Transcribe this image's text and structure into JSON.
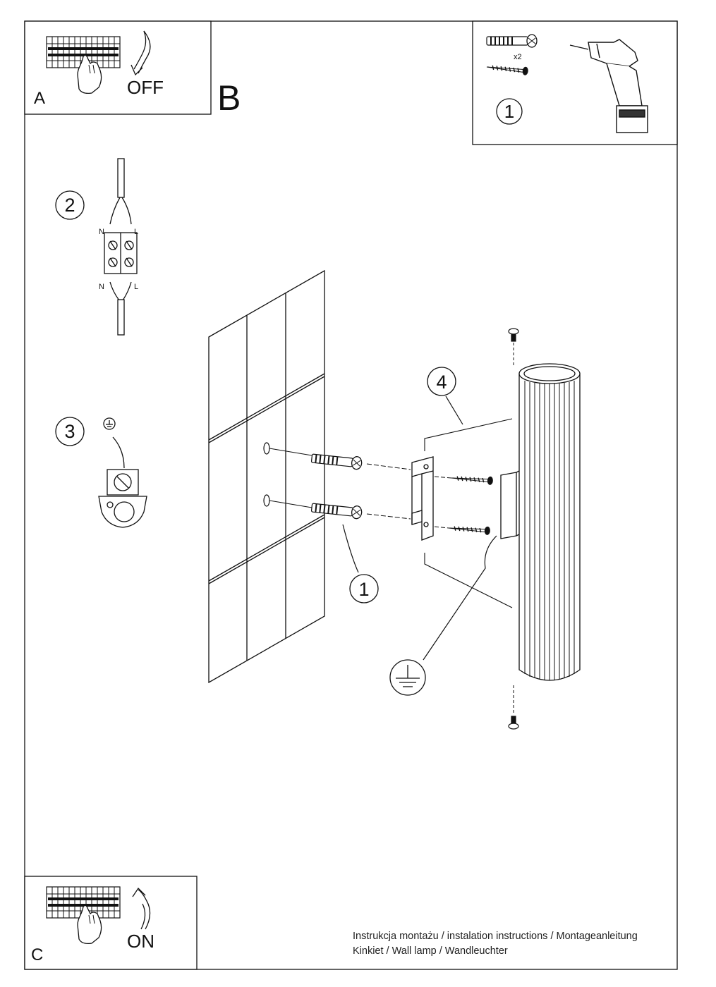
{
  "panels": {
    "a": {
      "letter": "A",
      "action": "OFF"
    },
    "b": {
      "letter": "B"
    },
    "c": {
      "letter": "C",
      "action": "ON"
    }
  },
  "steps": {
    "s1": "1",
    "s2": "2",
    "s3": "3",
    "s4": "4",
    "wall_callout": "1"
  },
  "hardware": {
    "quantity": "x2"
  },
  "wiring": {
    "n_top": "N",
    "l_top": "L",
    "n_bottom": "N",
    "l_bottom": "L"
  },
  "footer": {
    "line1": "Instrukcja montażu / instalation instructions / Montageanleitung",
    "line2": "Kinkiet / Wall lamp / Wandleuchter"
  }
}
